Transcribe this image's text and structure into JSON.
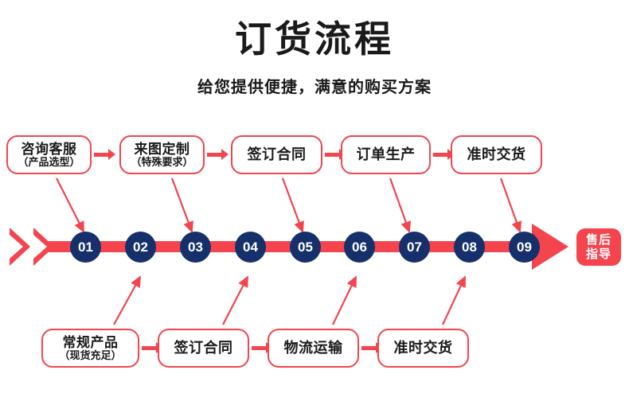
{
  "header": {
    "title": "订货流程",
    "subtitle": "给您提供便捷，满意的购买方案"
  },
  "colors": {
    "red": "#F4444E",
    "navy": "#15306B",
    "text": "#1A1A1A",
    "background": "#FFFFFF"
  },
  "top_steps": [
    {
      "line1": "咨询客服",
      "line2": "（产品选型）"
    },
    {
      "line1": "来图定制",
      "line2": "（特殊要求）"
    },
    {
      "line1": "签订合同",
      "line2": ""
    },
    {
      "line1": "订单生产",
      "line2": ""
    },
    {
      "line1": "准时交货",
      "line2": ""
    }
  ],
  "bottom_steps": [
    {
      "line1": "常规产品",
      "line2": "（现货充足）"
    },
    {
      "line1": "签订合同",
      "line2": ""
    },
    {
      "line1": "物流运输",
      "line2": ""
    },
    {
      "line1": "准时交货",
      "line2": ""
    }
  ],
  "timeline": {
    "numbers": [
      "01",
      "02",
      "03",
      "04",
      "05",
      "06",
      "07",
      "08",
      "09"
    ],
    "end_badge": {
      "line1": "售后",
      "line2": "指导"
    }
  }
}
